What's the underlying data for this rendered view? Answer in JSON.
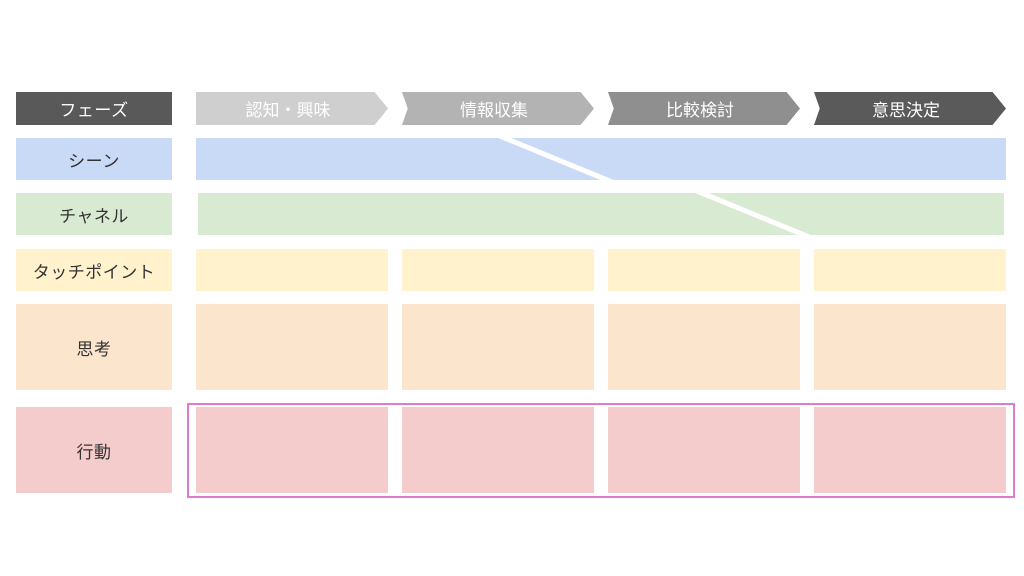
{
  "row_labels": {
    "phase": "フェーズ",
    "scene": "シーン",
    "channel": "チャネル",
    "touchpoint": "タッチポイント",
    "thinking": "思考",
    "action": "行動"
  },
  "phases": [
    "認知・興味",
    "情報収集",
    "比較検討",
    "意思決定"
  ],
  "colors": {
    "phase_label": "#595959",
    "phase_arrows": [
      "#cfcfcf",
      "#b3b3b3",
      "#8f8f8f",
      "#5a5a5a"
    ],
    "scene": "#c9daf7",
    "channel": "#d9ead3",
    "touchpoint": "#fff2cc",
    "thinking": "#fce5cd",
    "action": "#f4cccc",
    "highlight_border": "#e07ad0"
  }
}
